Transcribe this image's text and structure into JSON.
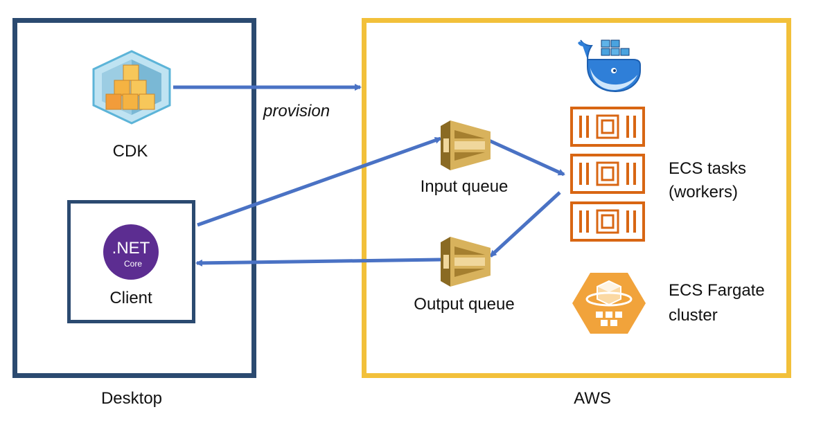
{
  "desktop": {
    "label": "Desktop"
  },
  "aws": {
    "label": "AWS"
  },
  "cdk": {
    "label": "CDK",
    "icon": "cdk-icon"
  },
  "client": {
    "label": "Client",
    "icon": "dotnet-core-icon",
    "logo_text": ".NET",
    "logo_sub": "Core"
  },
  "edges": {
    "provision_label": "provision"
  },
  "input_queue": {
    "label": "Input queue",
    "icon": "sqs-queue-icon"
  },
  "output_queue": {
    "label": "Output queue",
    "icon": "sqs-queue-icon"
  },
  "ecs_tasks": {
    "line1": "ECS tasks",
    "line2": "(workers)",
    "icon": "ecs-task-icon"
  },
  "fargate": {
    "line1": "ECS Fargate",
    "line2": "cluster",
    "icon": "fargate-cluster-icon"
  },
  "docker": {
    "icon": "docker-whale-icon"
  },
  "colors": {
    "desktop_border": "#2b4a70",
    "aws_border": "#f2c03a",
    "arrow": "#4a72c4",
    "ecs_orange": "#d86613",
    "sqs_gold": "#c9a24a",
    "fargate_orange": "#f1a33b",
    "dotnet_purple": "#5c2d91"
  }
}
